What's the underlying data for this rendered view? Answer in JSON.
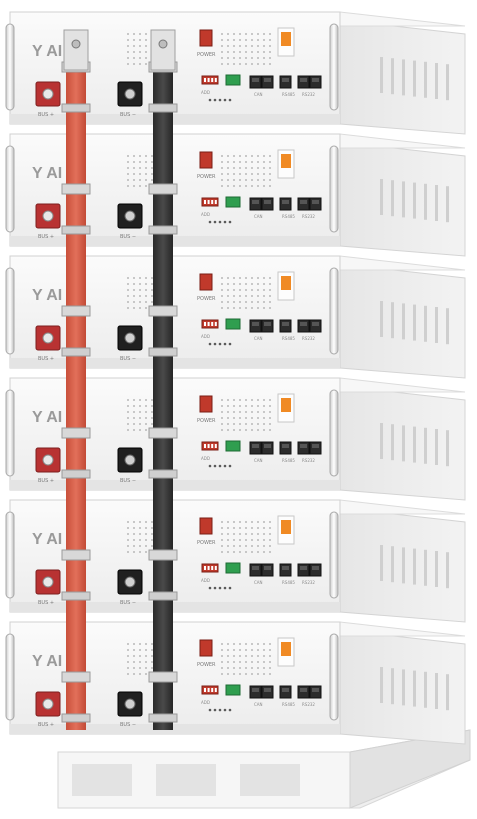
{
  "image": {
    "subject": "stacked-lithium-battery-rack",
    "module_count": 6,
    "colors": {
      "background": "#ffffff",
      "housing": "#f1f1f1",
      "housing_side": "#e4e4e4",
      "positive_busbar": "#d9604a",
      "negative_busbar": "#3a3a3a",
      "positive_terminal": "#b83232",
      "negative_terminal": "#202020",
      "breaker_accent": "#f08a24",
      "power_button": "#c0392b"
    }
  },
  "module": {
    "brand": "Y  AI",
    "power_label": "POWER",
    "pos_label": "BUS +",
    "neg_label": "BUS −",
    "dip_label": "ADD",
    "port_labels": [
      "CAN",
      "RS485",
      "RS232"
    ]
  }
}
